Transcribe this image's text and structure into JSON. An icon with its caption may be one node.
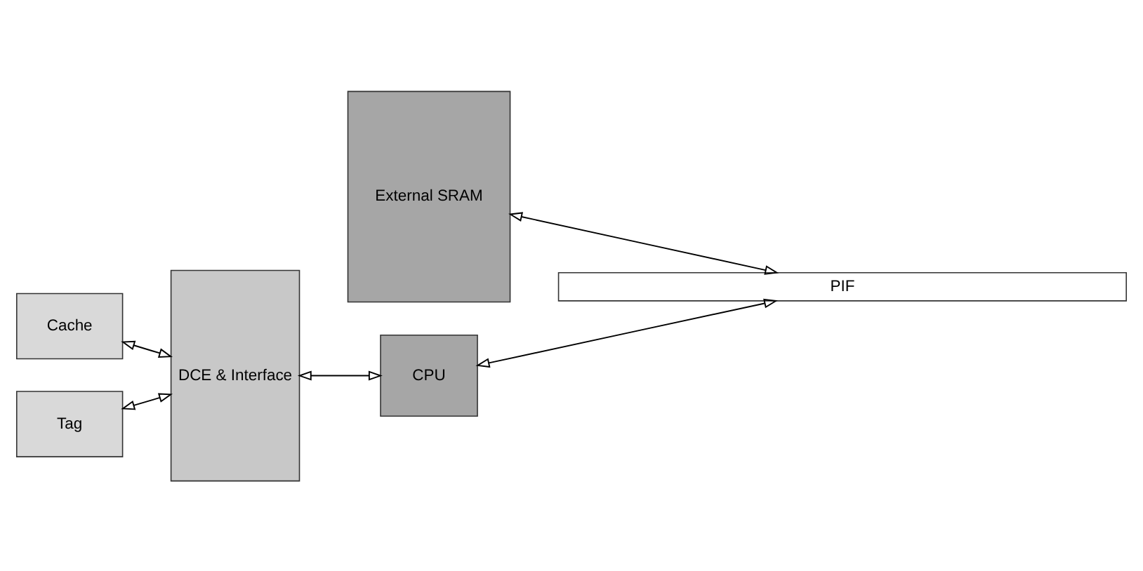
{
  "diagram": {
    "nodes": [
      {
        "text": [
          "PIF"
        ]
      },
      {
        "text": [
          "DCE & Interface"
        ]
      },
      {
        "text": [
          "External SRAM"
        ]
      },
      {
        "text": [
          "Cache"
        ]
      },
      {
        "text": [
          "Tag"
        ]
      },
      {
        "text": [
          "CPU"
        ]
      }
    ],
    "edges": [
      {
        "from": 2,
        "to": 0,
        "arrow": "both"
      },
      {
        "from": 3,
        "to": 1,
        "arrow": "both"
      },
      {
        "from": 4,
        "to": 1,
        "arrow": "both"
      },
      {
        "from": 1,
        "to": 5,
        "arrow": "both"
      },
      {
        "from": 5,
        "to": 0,
        "arrow": "both"
      }
    ]
  }
}
